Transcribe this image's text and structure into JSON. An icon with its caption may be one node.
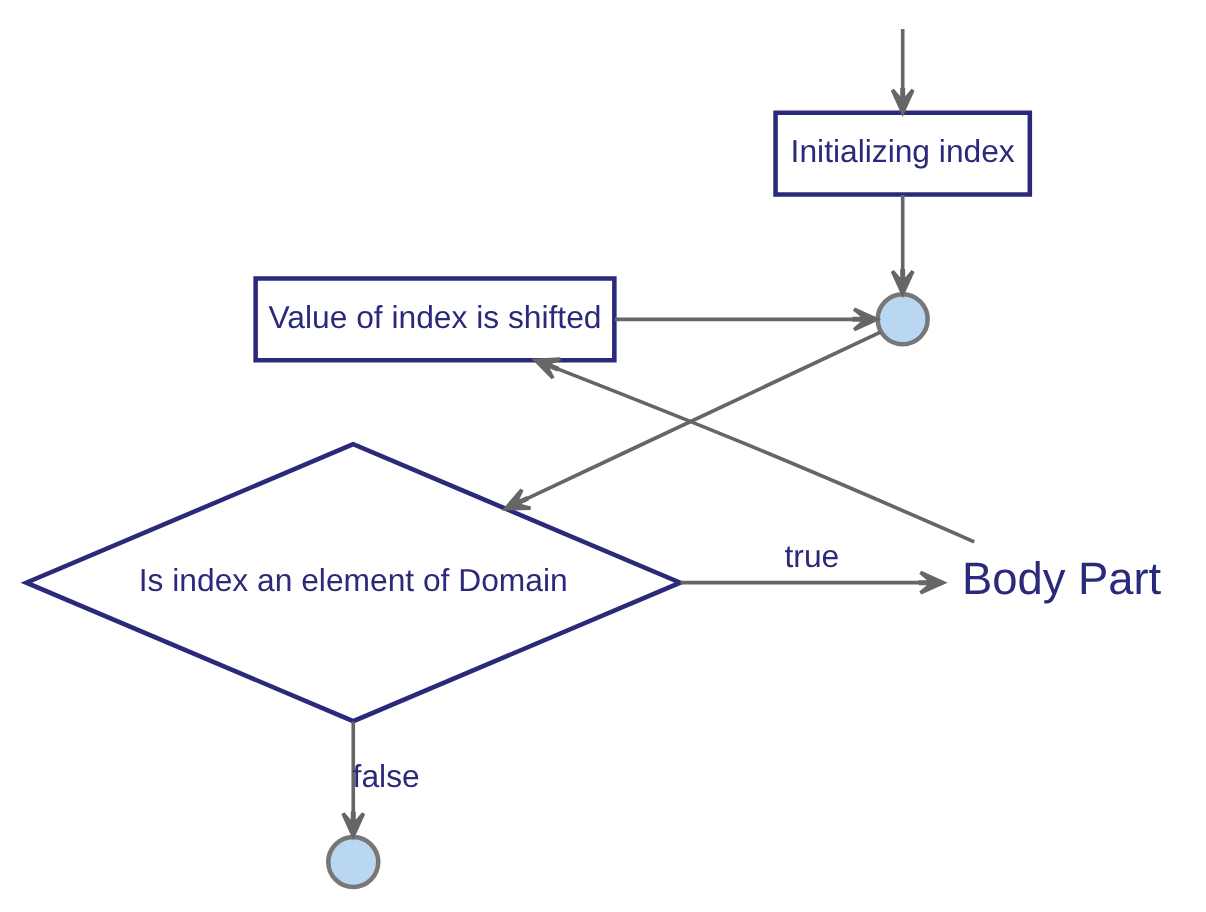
{
  "diagram": {
    "nodes": [
      {
        "text": [
          "Initializing index"
        ]
      },
      {
        "text": [],
        "shape": "circle"
      },
      {
        "text": [
          "Value of index is shifted"
        ]
      },
      {
        "text": [
          "Is index an element of Domain"
        ]
      },
      {
        "text": [
          "Body Part"
        ]
      },
      {
        "text": [],
        "shape": "circle"
      }
    ],
    "edges": [
      {
        "from": null,
        "to": 0,
        "arrow": "to"
      },
      {
        "from": 0,
        "to": 1,
        "arrow": "to"
      },
      {
        "from": 2,
        "to": 1,
        "arrow": "to"
      },
      {
        "from": 1,
        "to": 3,
        "arrow": "to"
      },
      {
        "from": 3,
        "to": 4,
        "label": "true",
        "arrow": "to"
      },
      {
        "from": 4,
        "to": 2,
        "arrow": "to"
      },
      {
        "from": 3,
        "to": 5,
        "label": "false",
        "arrow": "to"
      }
    ]
  }
}
